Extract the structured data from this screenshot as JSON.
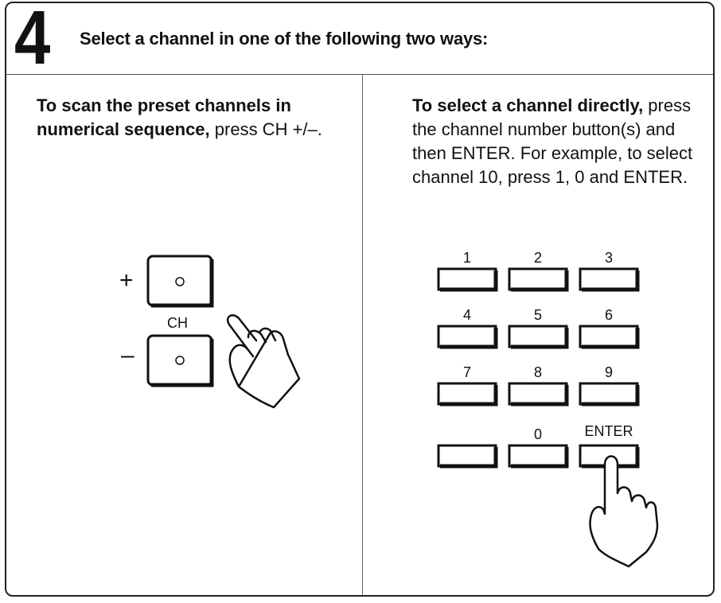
{
  "step": {
    "number": "4",
    "heading": "Select a channel in one of the following two ways:"
  },
  "left": {
    "bold": "To scan the preset channels in numerical sequence,",
    "normal": " press CH +/–."
  },
  "right": {
    "bold": "To select a channel directly,",
    "normal": " press the channel number button(s) and then ENTER. For example, to select channel 10, press 1, 0 and ENTER."
  },
  "ch_buttons": {
    "plus": "+",
    "minus": "–",
    "label": "CH"
  },
  "keypad": {
    "keys": [
      "1",
      "2",
      "3",
      "4",
      "5",
      "6",
      "7",
      "8",
      "9",
      "",
      "0",
      "ENTER"
    ]
  }
}
